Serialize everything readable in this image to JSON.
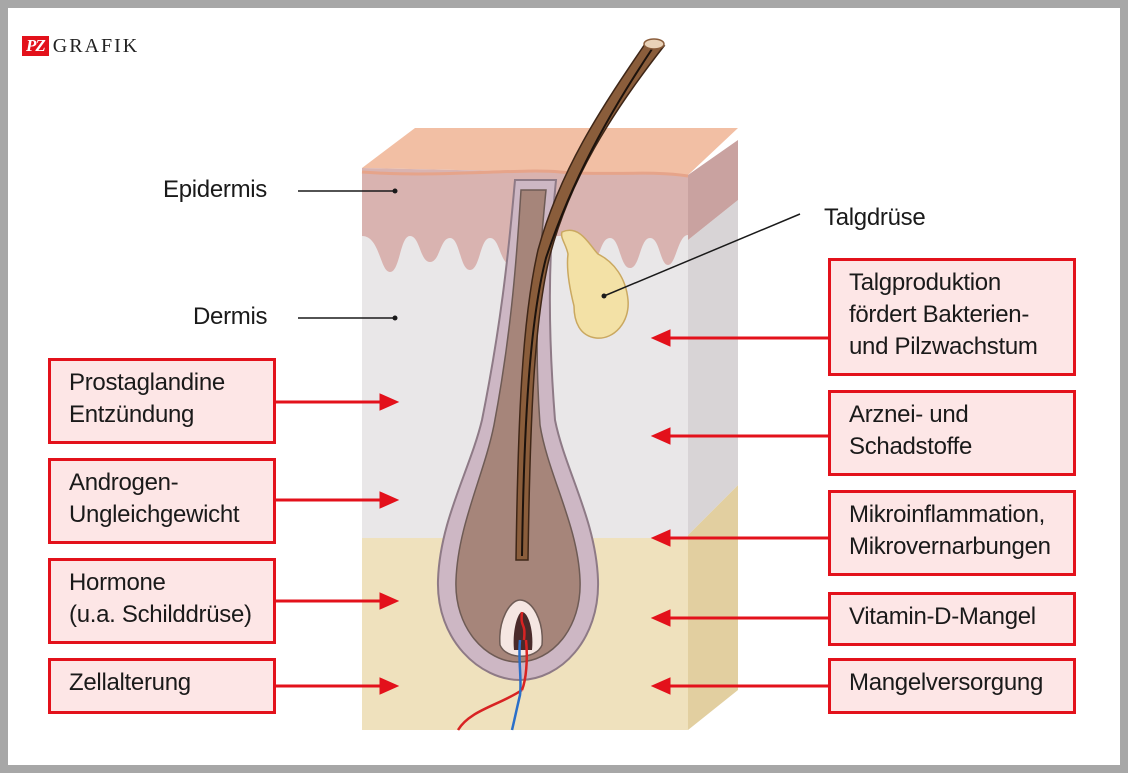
{
  "logo": {
    "badge": "PZ",
    "text": "GRAFIK"
  },
  "layer_labels": {
    "epidermis": "Epidermis",
    "dermis": "Dermis",
    "sebaceous_gland": "Talgdrüse"
  },
  "left_boxes": [
    {
      "lines": [
        "Prostaglandine",
        "Entzündung"
      ]
    },
    {
      "lines": [
        "Androgen-",
        "Ungleichgewicht"
      ]
    },
    {
      "lines": [
        "Hormone",
        "(u.a. Schilddrüse)"
      ]
    },
    {
      "lines": [
        "Zellalterung"
      ]
    }
  ],
  "right_boxes": [
    {
      "lines": [
        "Talgproduktion",
        "fördert Bakterien-",
        "und Pilzwachstum"
      ]
    },
    {
      "lines": [
        "Arznei- und",
        "Schadstoffe"
      ]
    },
    {
      "lines": [
        "Mikroinflammation,",
        "Mikrovernarbungen"
      ]
    },
    {
      "lines": [
        "Vitamin-D-Mangel"
      ]
    },
    {
      "lines": [
        "Mangelversorgung"
      ]
    }
  ],
  "colors": {
    "accent": "#e3111b",
    "box_fill": "#fde6e6",
    "epidermis": "#d9b3b0",
    "dermis": "#e9e7e8",
    "subcutis": "#efe1bd"
  }
}
